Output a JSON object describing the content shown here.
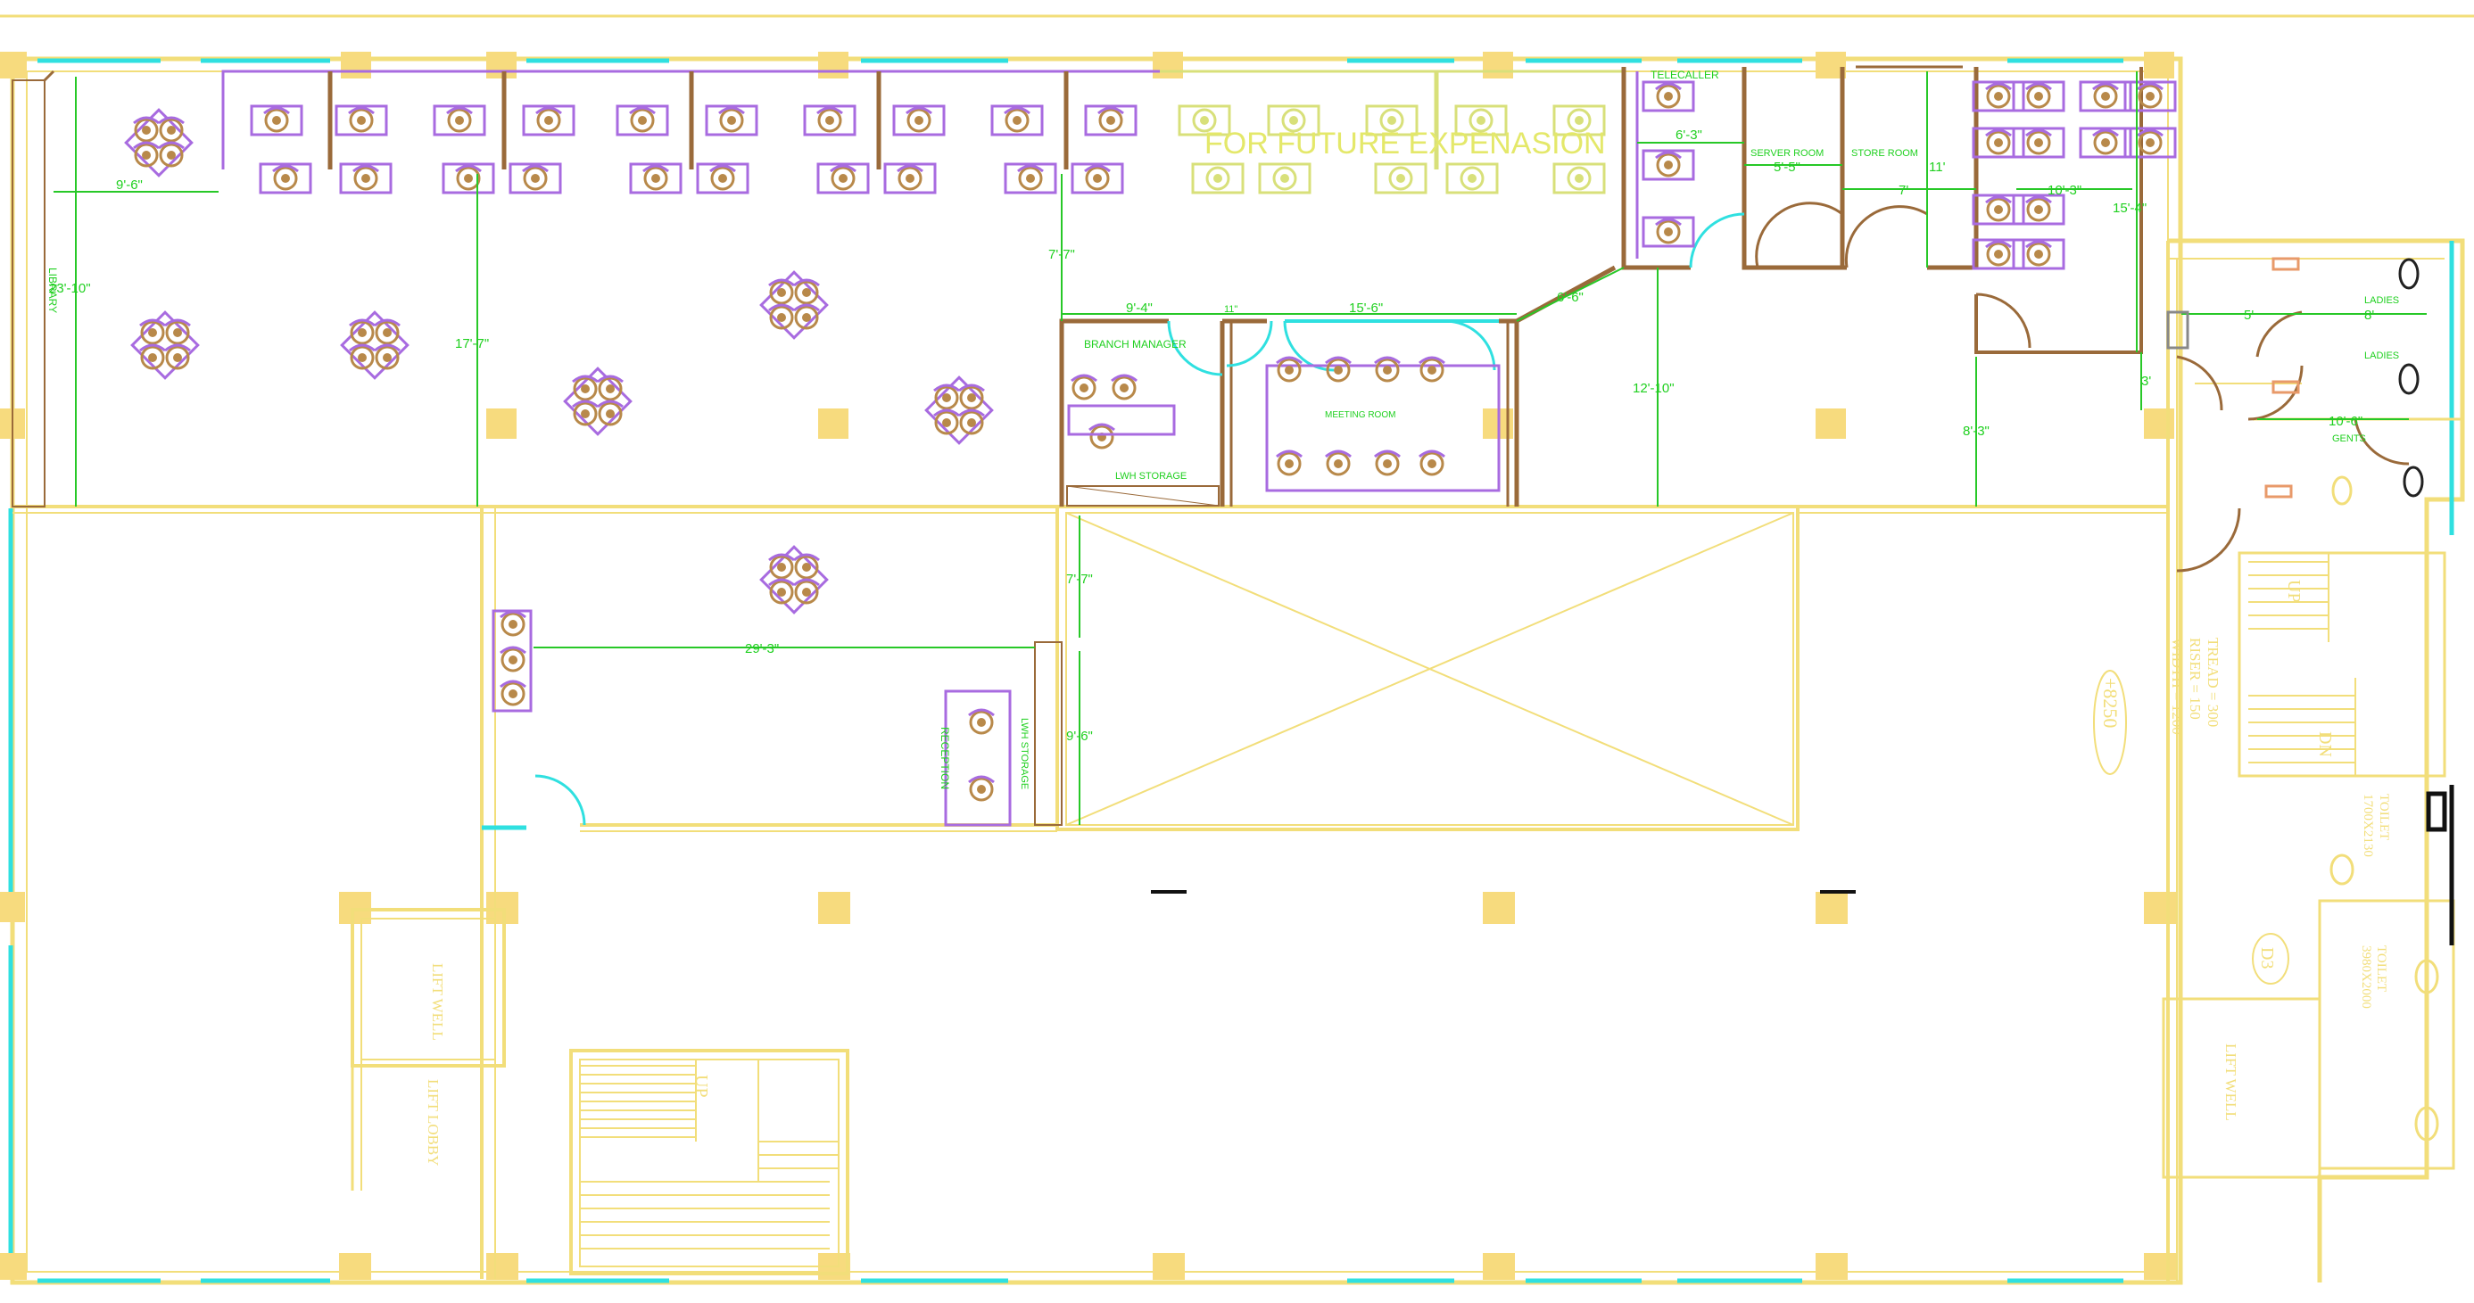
{
  "drawing": {
    "title_rooms": {
      "library": "LIBRARY",
      "future": "FOR FUTURE EXPENASION",
      "telecaller": "TELECALLER",
      "server_room": "SERVER ROOM",
      "store_room": "STORE ROOM",
      "branch_manager": "BRANCH MANAGER",
      "lwh_storage_bm": "LWH STORAGE",
      "meeting_room": "MEETING ROOM",
      "reception": "RECEPTION",
      "lwh_storage_rec": "LWH STORAGE",
      "ladies_1": "LADIES",
      "ladies_2": "LADIES",
      "gents": "GENTS",
      "lift_well_1": "LIFT WELL",
      "lift_lobby": "LIFT LOBBY",
      "lift_well_2": "LIFT WELL",
      "stair_up": "UP",
      "stair_dn": "DN",
      "stair_note_tread": "TREAD = 300",
      "stair_note_riser": "RISER = 150",
      "stair_note_width": "WIDTH = 1200",
      "level": "+8250",
      "toilet_1_a": "TOILET",
      "toilet_1_b": "1700X2130",
      "toilet_2_a": "TOILET",
      "toilet_2_b": "3980X2000",
      "door_tag": "D3"
    },
    "dimensions": {
      "d_9_6_top": "9'-6\"",
      "d_23_10": "23'-10\"",
      "d_17_7": "17'-7\"",
      "d_7_7_top": "7'-7\"",
      "d_9_4": "9'-4\"",
      "d_11": "11\"",
      "d_15_6": "15'-6\"",
      "d_6_6": "6'-6\"",
      "d_6_3": "6'-3\"",
      "d_5_5": "5'-5\"",
      "d_7": "7'",
      "d_11b": "11'",
      "d_12_10": "12'-10\"",
      "d_10_3": "10'-3\"",
      "d_15_4": "15'-4\"",
      "d_8_3": "8'-3\"",
      "d_3": "3'",
      "d_5": "5'",
      "d_8": "8'",
      "d_10_6": "10'-6\"",
      "d_29_3": "29'-3\"",
      "d_7_7_mid": "7'-7\"",
      "d_9_6_mid": "9'-6\""
    },
    "colors": {
      "wall": "#f2de7a",
      "glazing": "#2fe0e0",
      "dimension": "#27c827",
      "furniture": "#a86be0",
      "chair": "#b8894a",
      "future_furniture": "#d8e07a",
      "door": "#9a6a3a"
    }
  }
}
